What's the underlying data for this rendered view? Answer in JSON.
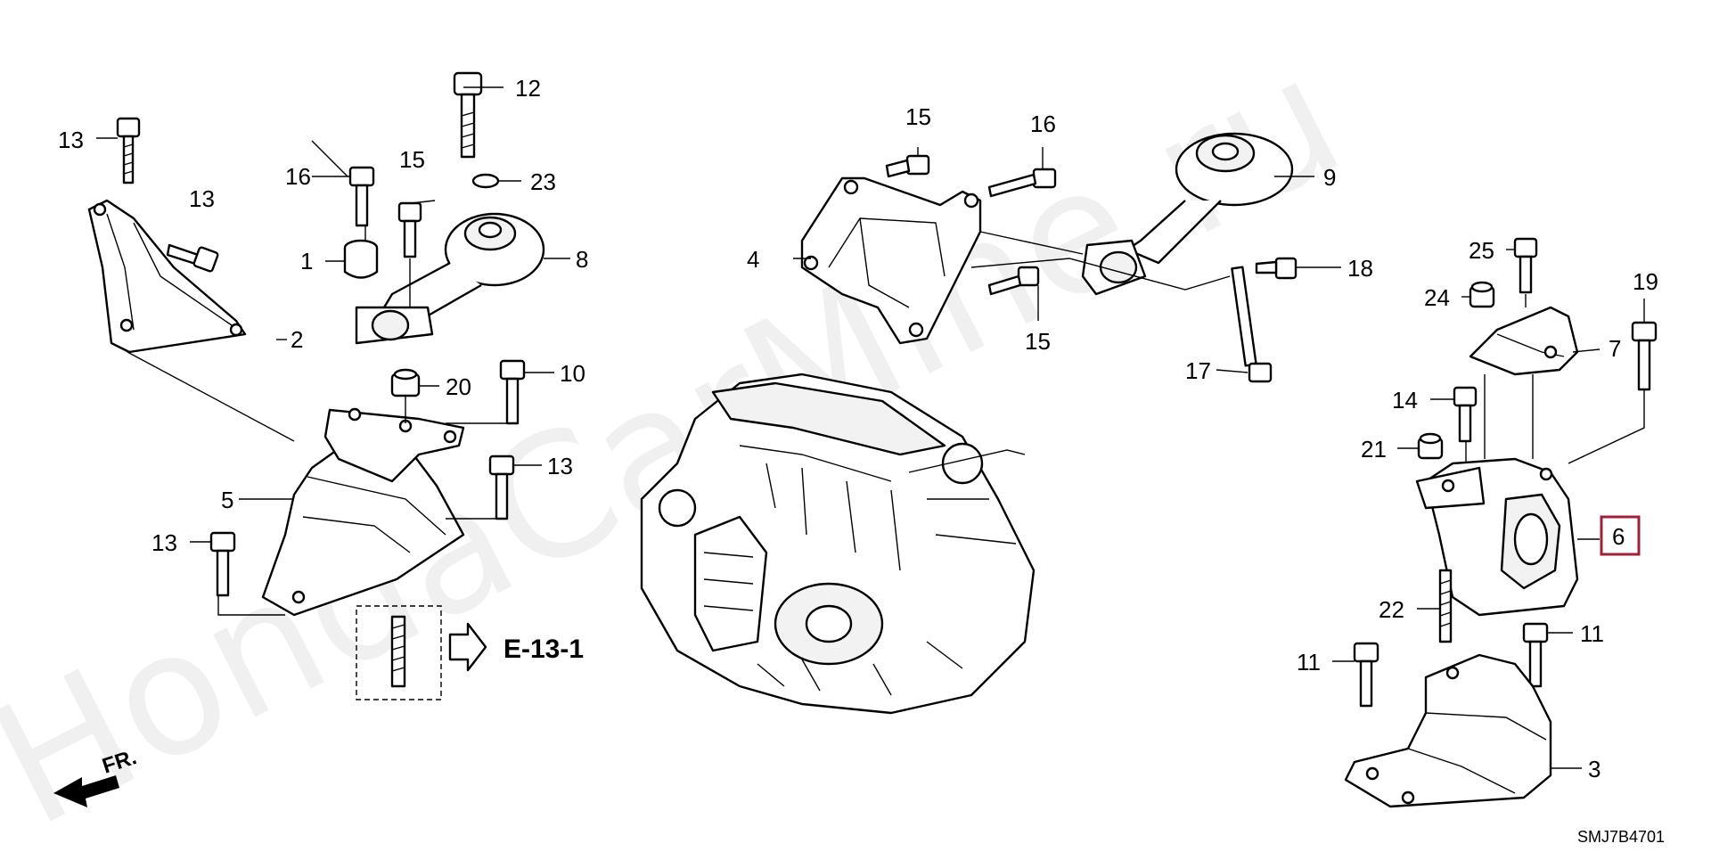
{
  "diagram": {
    "watermark": "HondaCarMine.ru",
    "drawing_code": "SMJ7B4701",
    "reference": "E-13-1",
    "direction_label": "FR.",
    "highlighted_part": "6",
    "colors": {
      "highlight_box": "#a0203a",
      "line": "#000000"
    },
    "callouts": [
      "1",
      "2",
      "3",
      "4",
      "5",
      "6",
      "7",
      "8",
      "9",
      "10",
      "11",
      "12",
      "13",
      "14",
      "15",
      "16",
      "17",
      "18",
      "19",
      "20",
      "21",
      "22",
      "23",
      "24",
      "25"
    ]
  }
}
